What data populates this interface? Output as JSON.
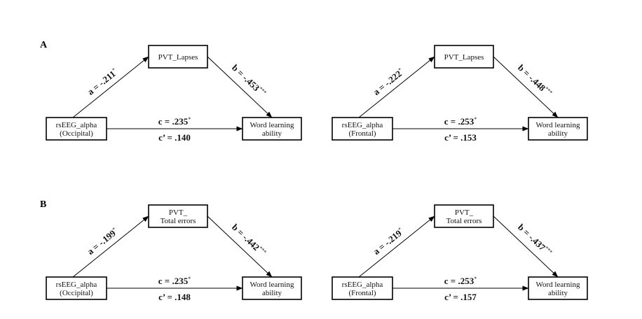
{
  "panels": [
    {
      "label": "A",
      "diagrams": [
        {
          "predictor": [
            "rsEEG_alpha",
            "(Occipital)"
          ],
          "mediator": [
            "PVT_Lapses"
          ],
          "outcome": [
            "Word learning",
            "ability"
          ],
          "a": {
            "text": "a = -.211",
            "sig": "*"
          },
          "b": {
            "text": "b = -.453",
            "sig": "***"
          },
          "c": {
            "text": "c = .235",
            "sig": "*"
          },
          "c_prime": {
            "text": "c’ = .140",
            "sig": ""
          }
        },
        {
          "predictor": [
            "rsEEG_alpha",
            "(Frontal)"
          ],
          "mediator": [
            "PVT_Lapses"
          ],
          "outcome": [
            "Word learning",
            "ability"
          ],
          "a": {
            "text": "a = -.222",
            "sig": "*"
          },
          "b": {
            "text": "b = -.448",
            "sig": "***"
          },
          "c": {
            "text": "c = .253",
            "sig": "*"
          },
          "c_prime": {
            "text": "c’ = .153",
            "sig": ""
          }
        }
      ]
    },
    {
      "label": "B",
      "diagrams": [
        {
          "predictor": [
            "rsEEG_alpha",
            "(Occipital)"
          ],
          "mediator": [
            "PVT_",
            "Total errors"
          ],
          "outcome": [
            "Word learning",
            "ability"
          ],
          "a": {
            "text": "a = -.199",
            "sig": "*"
          },
          "b": {
            "text": "b = -.442",
            "sig": "***"
          },
          "c": {
            "text": "c = .235",
            "sig": "*"
          },
          "c_prime": {
            "text": "c’ = .148",
            "sig": ""
          }
        },
        {
          "predictor": [
            "rsEEG_alpha",
            "(Frontal)"
          ],
          "mediator": [
            "PVT_",
            "Total errors"
          ],
          "outcome": [
            "Word learning",
            "ability"
          ],
          "a": {
            "text": "a = -.219",
            "sig": "*"
          },
          "b": {
            "text": "b = -.437",
            "sig": "***"
          },
          "c": {
            "text": "c = .253",
            "sig": "*"
          },
          "c_prime": {
            "text": "c’ = .157",
            "sig": ""
          }
        }
      ]
    }
  ]
}
